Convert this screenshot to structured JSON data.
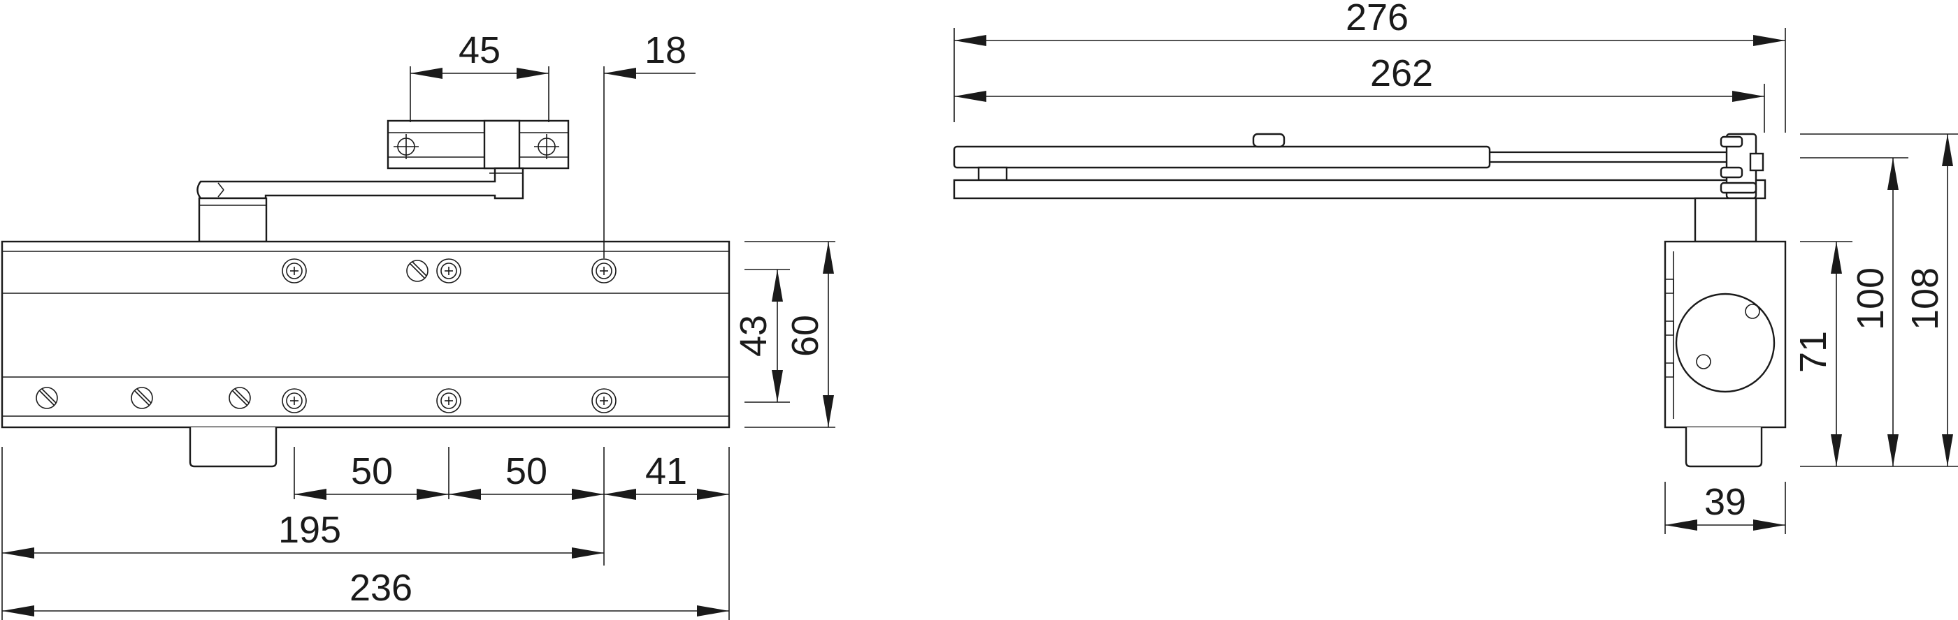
{
  "dimensions": {
    "front": {
      "top_45": "45",
      "top_18": "18",
      "gap_50_a": "50",
      "gap_50_b": "50",
      "end_41": "41",
      "span_195": "195",
      "overall_236": "236",
      "height_43": "43",
      "height_60": "60"
    },
    "side": {
      "arm_276": "276",
      "arm_262": "262",
      "height_71": "71",
      "height_100": "100",
      "height_108": "108",
      "width_39": "39"
    }
  },
  "colors": {
    "ink": "#1a1a1a",
    "background": "#ffffff"
  }
}
